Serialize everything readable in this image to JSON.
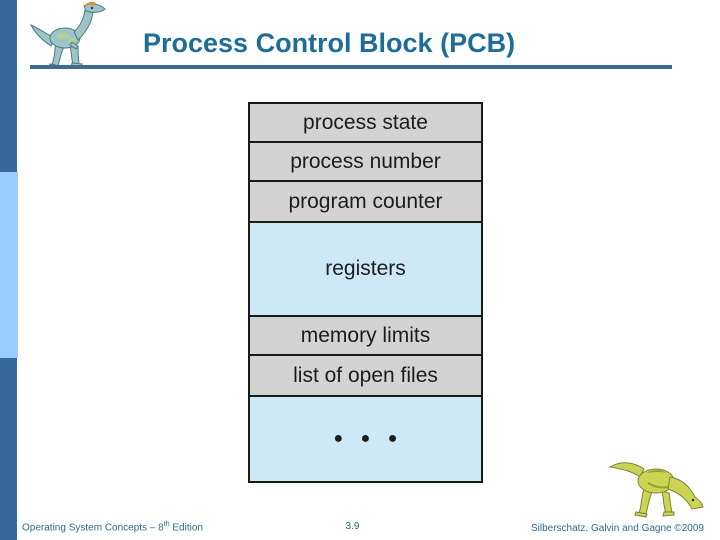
{
  "slide": {
    "title": "Process Control Block (PCB)"
  },
  "diagram": {
    "name": "PCB structure table",
    "rows": [
      {
        "label": "process state",
        "variant": "gray"
      },
      {
        "label": "process number",
        "variant": "gray"
      },
      {
        "label": "program counter",
        "variant": "gray"
      },
      {
        "label": "registers",
        "variant": "blue"
      },
      {
        "label": "memory limits",
        "variant": "gray"
      },
      {
        "label": "list of open files",
        "variant": "gray"
      },
      {
        "label": "● ● ●",
        "variant": "blue"
      }
    ]
  },
  "footer": {
    "left_prefix": "Operating System Concepts – 8",
    "left_sup": "th",
    "left_suffix": " Edition",
    "page_number": "3.9",
    "credit": "Silberschatz, Galvin and Gagne ©2009"
  },
  "icons": {
    "header_logo": "dinosaur-icon",
    "credit_logo": "dinosaur-icon"
  },
  "colors": {
    "title": "#1d6d99",
    "rule": "#3b6b92",
    "sidebar_dark": "#36689c",
    "sidebar_light": "#99ccff",
    "row_gray": "#d3d3d3",
    "row_blue": "#cde9f8",
    "table_border": "#1a1a1a",
    "footer_text": "#2f6b8e"
  }
}
